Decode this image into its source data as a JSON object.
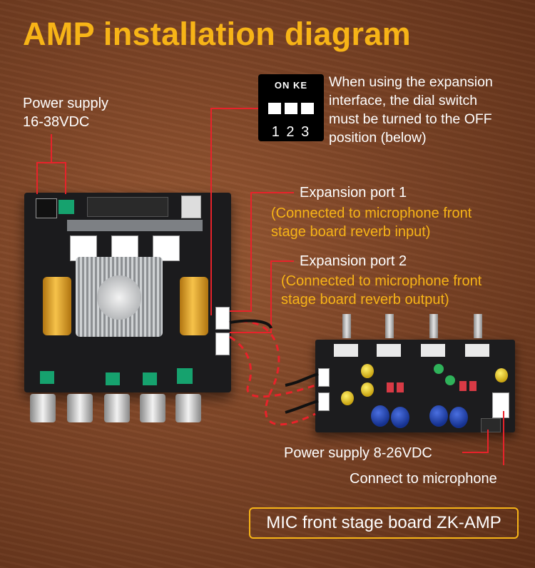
{
  "title": "AMP installation diagram",
  "labels": {
    "amp_power": [
      "Power supply",
      "16-38VDC"
    ],
    "dip_note": [
      "When using the expansion",
      "interface, the dial switch",
      "must be turned to the OFF",
      "position (below)"
    ],
    "port1": "Expansion port 1",
    "port1_desc": [
      "(Connected to microphone front",
      "stage board reverb input)"
    ],
    "port2": "Expansion port 2",
    "port2_desc": [
      "(Connected to microphone front",
      "stage board reverb output)"
    ],
    "mic_power": "Power supply 8-26VDC",
    "mic_connect": "Connect to microphone",
    "model": "MIC front stage board ZK-AMP"
  },
  "dip_switch": {
    "top_text": "ON KE",
    "numbers": "1 2 3"
  },
  "colors": {
    "title": "#f7b417",
    "wire": "#e8222a",
    "board": "#1b1b1d"
  }
}
